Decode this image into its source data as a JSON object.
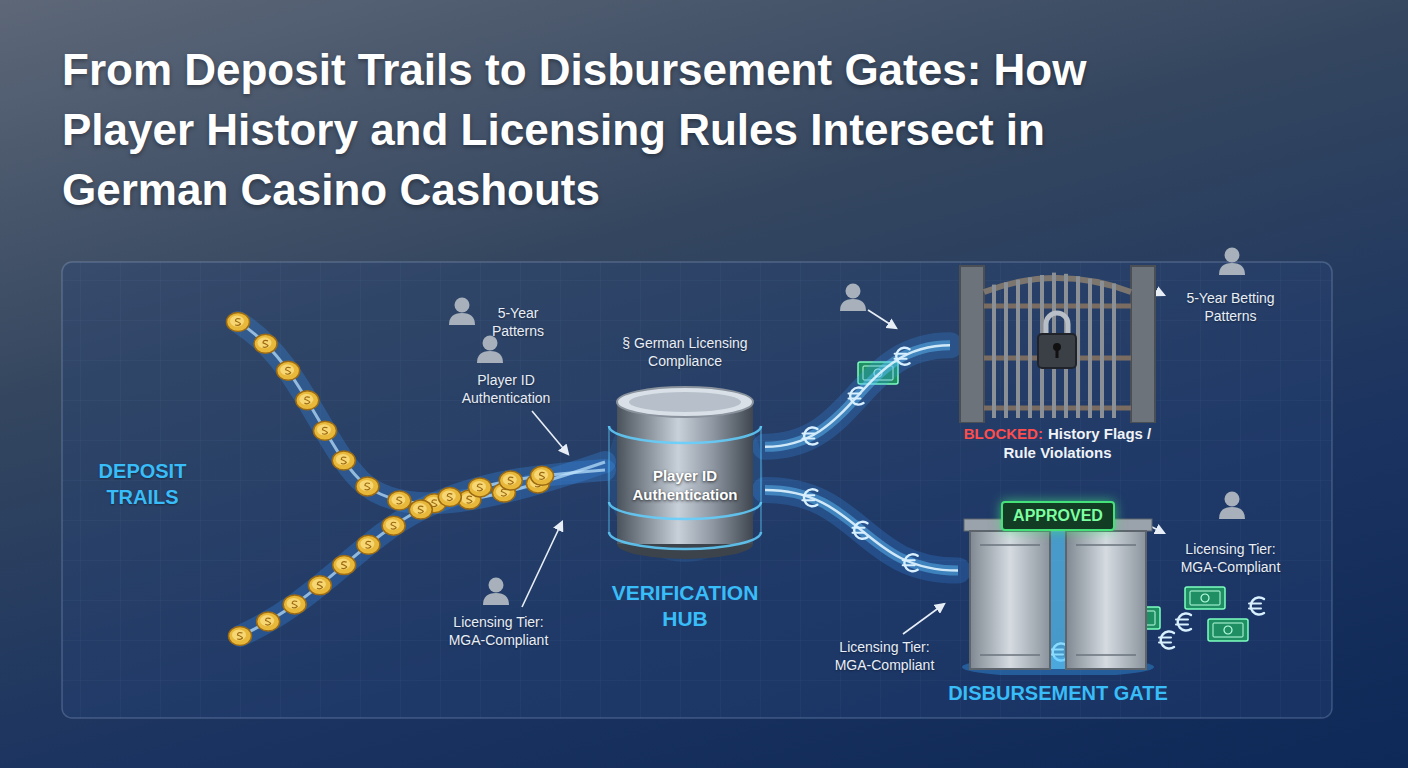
{
  "diagram": {
    "title": "From Deposit Trails to Disbursement Gates: How Player History and Licensing Rules Intersect in German Casino Cashouts",
    "nodes": [
      {
        "text": [
          "Player ID Authentication",
          "VERIFICATION HUB"
        ]
      },
      {
        "text": [
          "BLOCKED:",
          "History Flags / Rule Violations"
        ]
      },
      {
        "text": [
          "DISBURSEMENT GATE"
        ]
      },
      {
        "text": [
          "APPROVED"
        ],
        "in": 2
      }
    ],
    "edges": [
      {
        "from": 0,
        "to": 1,
        "arrow": "none"
      },
      {
        "from": 0,
        "to": 2,
        "arrow": "none"
      }
    ],
    "labels": [
      "DEPOSIT TRAILS",
      "5-Year Patterns",
      "Player ID Authentication",
      "§ German Licensing Compliance",
      "Licensing Tier: MGA-Compliant",
      "Licensing Tier: MGA-Compliant",
      "5-Year Betting Patterns",
      "Licensing Tier: MGA-Compliant"
    ]
  }
}
